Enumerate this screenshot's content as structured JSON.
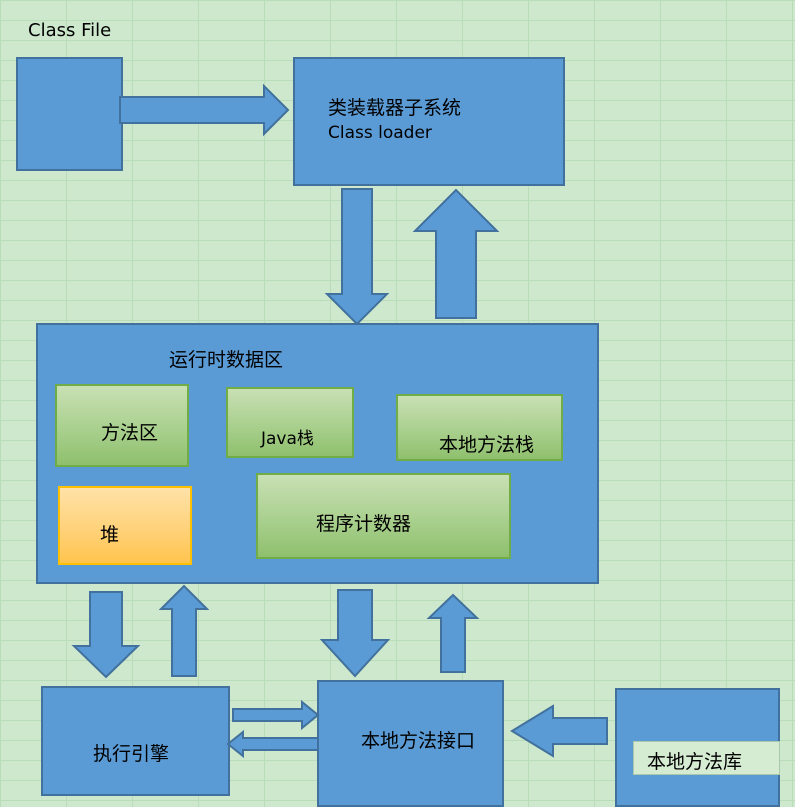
{
  "title": "Class File",
  "class_loader": {
    "line1": "类装载器子系统",
    "line2": "Class loader"
  },
  "runtime_area": {
    "title": "运行时数据区",
    "method_area": "方法区",
    "java_stack": "Java栈",
    "native_stack": "本地方法栈",
    "heap": "堆",
    "pc_register": "程序计数器"
  },
  "execution_engine": "执行引擎",
  "native_interface": "本地方法接口",
  "native_library": "本地方法库",
  "colors": {
    "box_blue": "#5b9bd5",
    "box_border": "#41719c",
    "green": "#a9d08e",
    "orange": "#ffd27a",
    "background": "#cde8cd"
  }
}
